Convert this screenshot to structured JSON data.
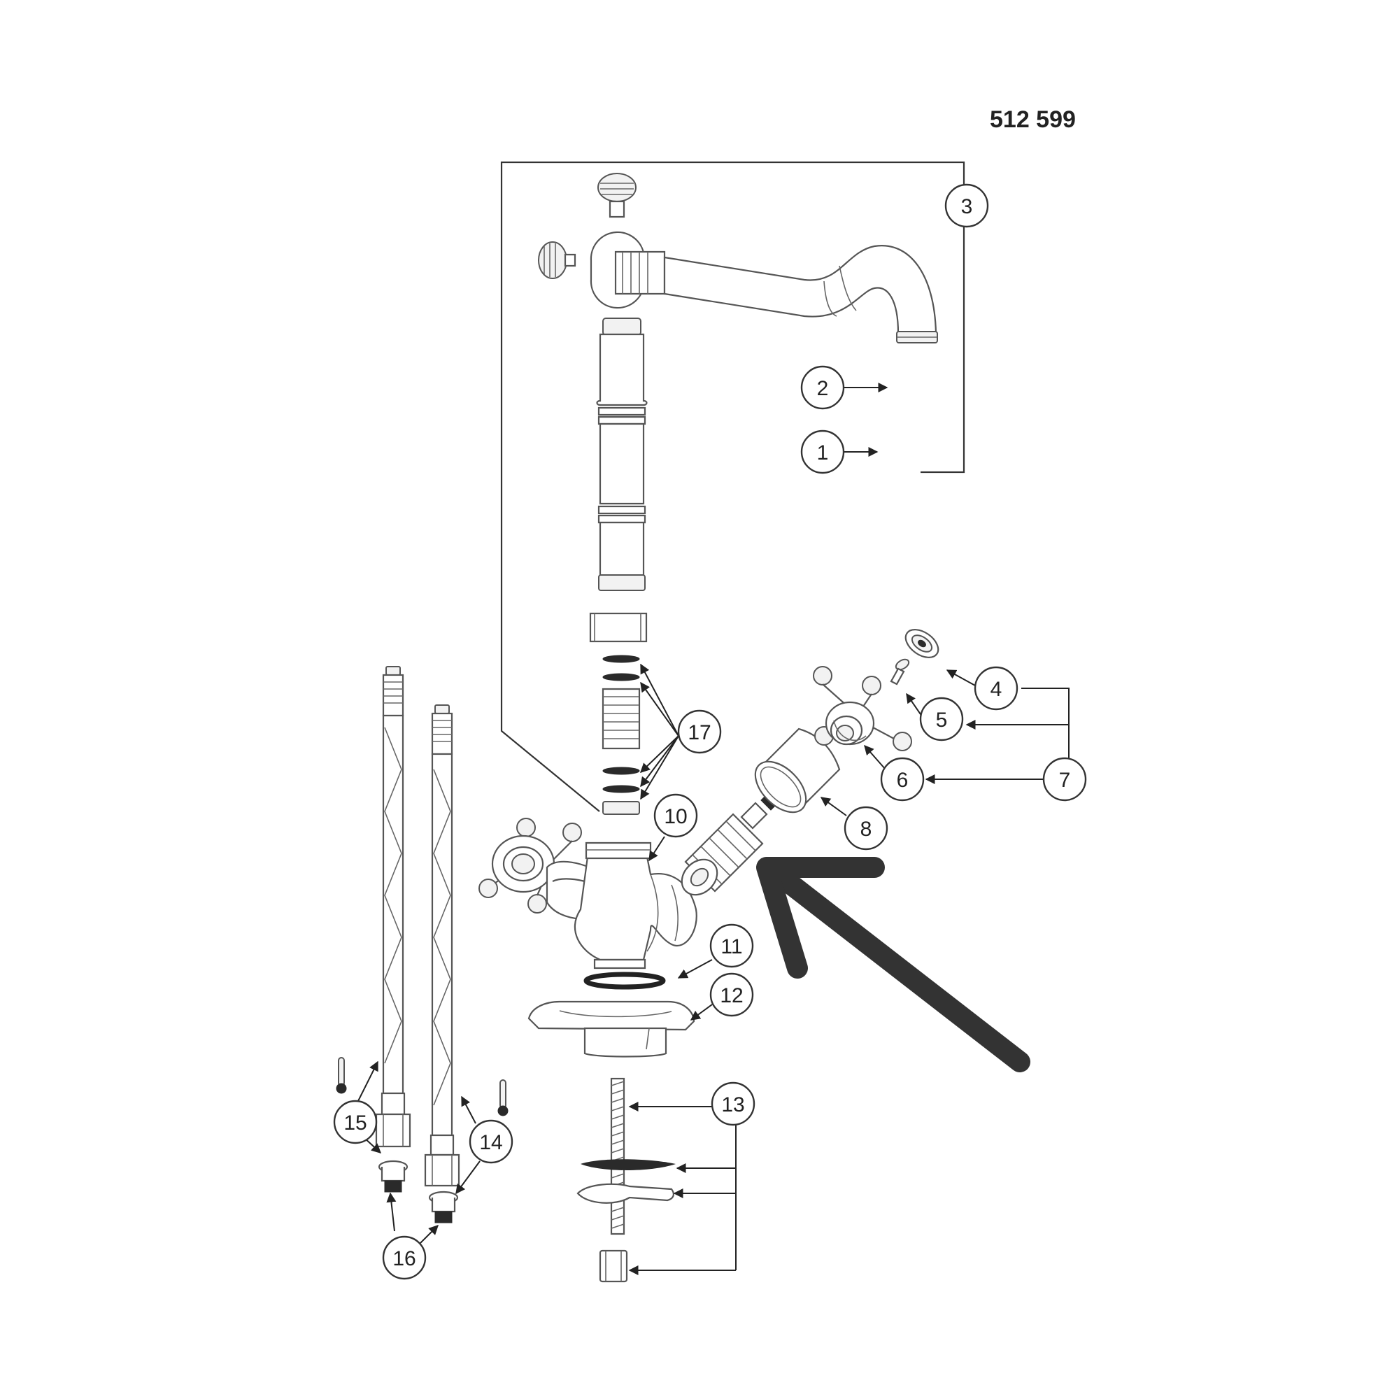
{
  "diagram": {
    "part_number": "512 599",
    "callouts": [
      "1",
      "2",
      "3",
      "4",
      "5",
      "6",
      "7",
      "8",
      "10",
      "11",
      "12",
      "13",
      "14",
      "15",
      "16",
      "17"
    ]
  },
  "colors": {
    "outline": "#555555",
    "ink": "#222222",
    "highlight_arrow": "#333333"
  },
  "icons": {
    "cold_indicator": "thermometer-icon",
    "hot_indicator": "thermometer-icon"
  }
}
